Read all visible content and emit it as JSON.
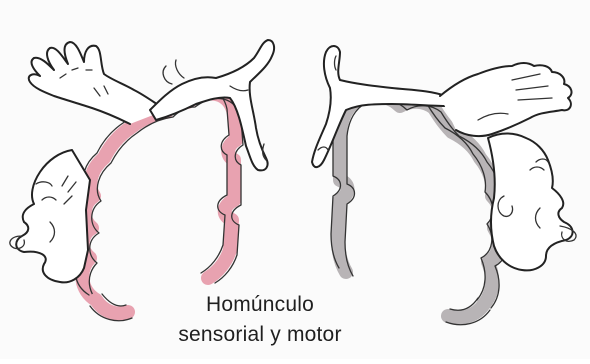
{
  "caption": {
    "line1": "Homúnculo",
    "line2": "sensorial y motor"
  },
  "colors": {
    "sensory_cortex": "#e8a2b0",
    "motor_cortex": "#b8b4b6",
    "outline": "#222222",
    "text": "#1f1f1f",
    "background": "#fbfbfb"
  },
  "panels": [
    {
      "side": "left",
      "cortex": "sensory_cortex",
      "figure": "sensory-homunculus"
    },
    {
      "side": "right",
      "cortex": "motor_cortex",
      "figure": "motor-homunculus"
    }
  ]
}
